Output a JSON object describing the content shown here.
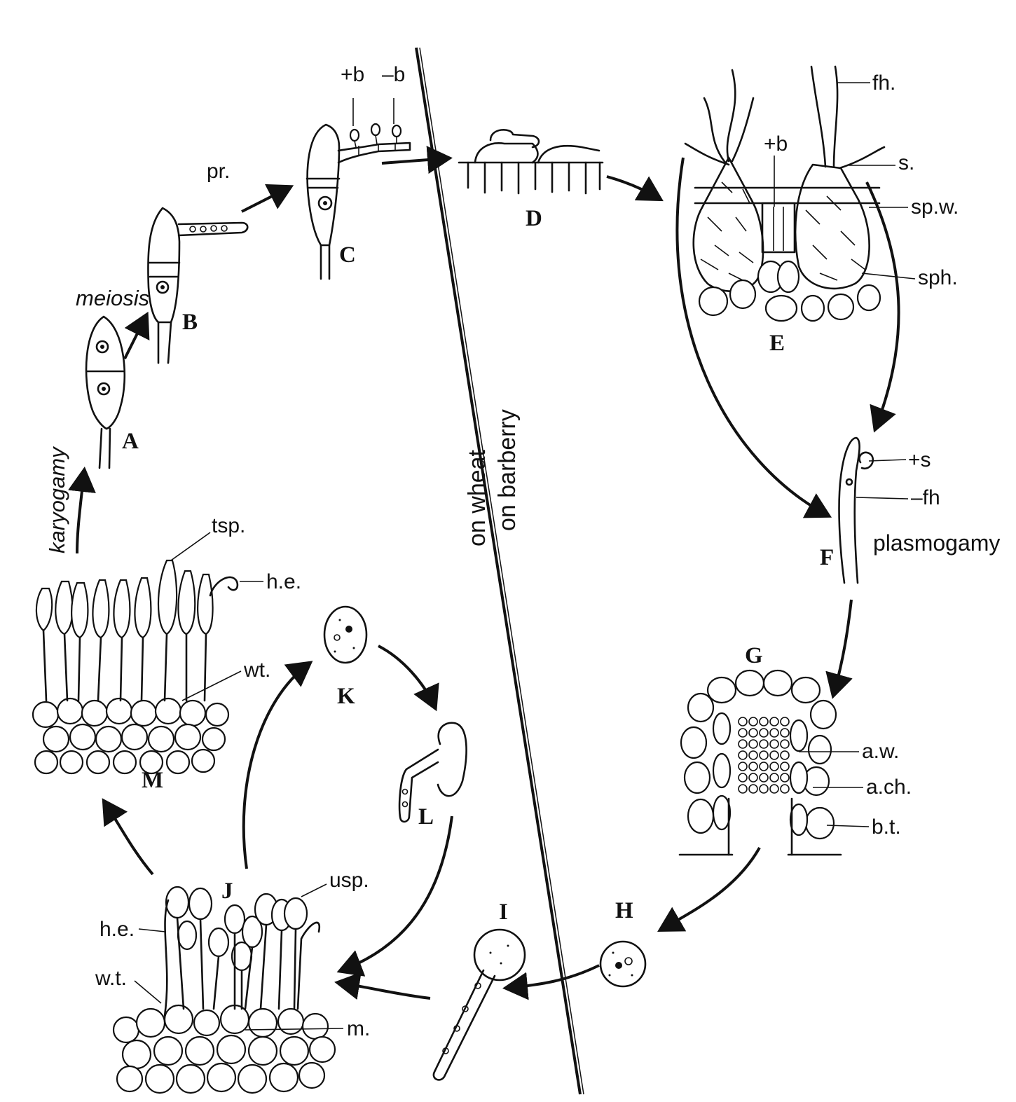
{
  "stages": {
    "A": "A",
    "B": "B",
    "C": "C",
    "D": "D",
    "E": "E",
    "F": "F",
    "G": "G",
    "H": "H",
    "I": "I",
    "J": "J",
    "K": "K",
    "L": "L",
    "M": "M"
  },
  "processes": {
    "meiosis": "meiosis",
    "karyogamy": "karyogamy",
    "plasmogamy": "plasmogamy"
  },
  "hosts": {
    "wheat": "on wheat",
    "barberry": "on barberry"
  },
  "labels": {
    "pr": "pr.",
    "plus_b": "+b",
    "minus_b": "–b",
    "e_plus_b": "+b",
    "fh": "fh.",
    "s": "s.",
    "spw": "sp.w.",
    "sph": "sph.",
    "plus_s": "+s",
    "minus_fh": "–fh",
    "aw": "a.w.",
    "ach": "a.ch.",
    "bt": "b.t.",
    "tsp": "tsp.",
    "he_m": "h.e.",
    "wt_m": "wt.",
    "usp": "usp.",
    "he_j": "h.e.",
    "wt_j": "w.t.",
    "m": "m."
  }
}
